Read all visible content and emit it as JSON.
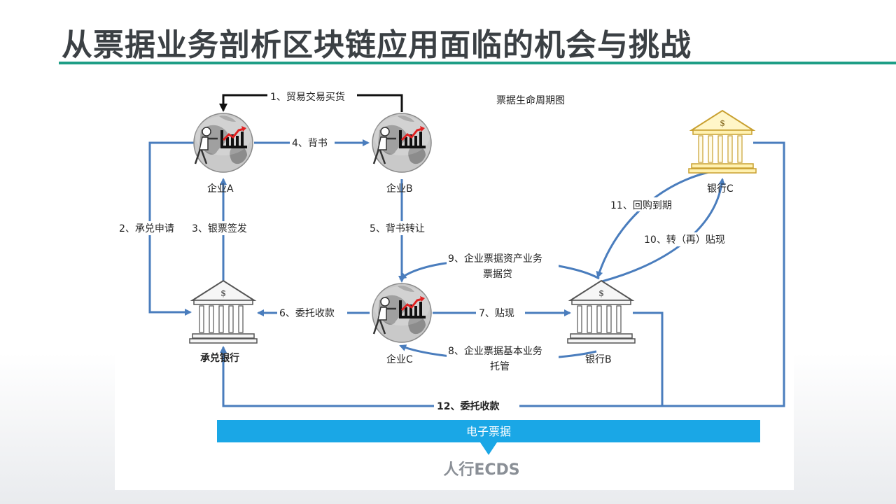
{
  "page": {
    "title": "从票据业务剖析区块链应用面临的机会与挑战"
  },
  "diagram": {
    "caption": "票据生命周期图",
    "nodes": {
      "company_a": "企业A",
      "company_b": "企业B",
      "company_c": "企业C",
      "accepting_bank": "承兑银行",
      "bank_b": "银行B",
      "bank_c": "银行C"
    },
    "edges": {
      "e1": "1、贸易交易买货",
      "e2": "2、承兑申请",
      "e3": "3、银票签发",
      "e4": "4、背书",
      "e5": "5、背书转让",
      "e6": "6、委托收款",
      "e7": "7、贴现",
      "e8_line1": "8、企业票据基本业务",
      "e8_line2": "托管",
      "e9_line1": "9、企业票据资产业务",
      "e9_line2": "票据贷",
      "e10": "10、转（再）贴现",
      "e11": "11、回购到期",
      "e12": "12、委托收款"
    },
    "bar_label": "电子票据",
    "system_label": "人行ECDS",
    "colors": {
      "edge": "#4a7dbd",
      "bar": "#1aa7e6",
      "accent_rule": "#1e9e86",
      "chart_red": "#e02020",
      "bank_fill": "#f6f6f6"
    }
  }
}
